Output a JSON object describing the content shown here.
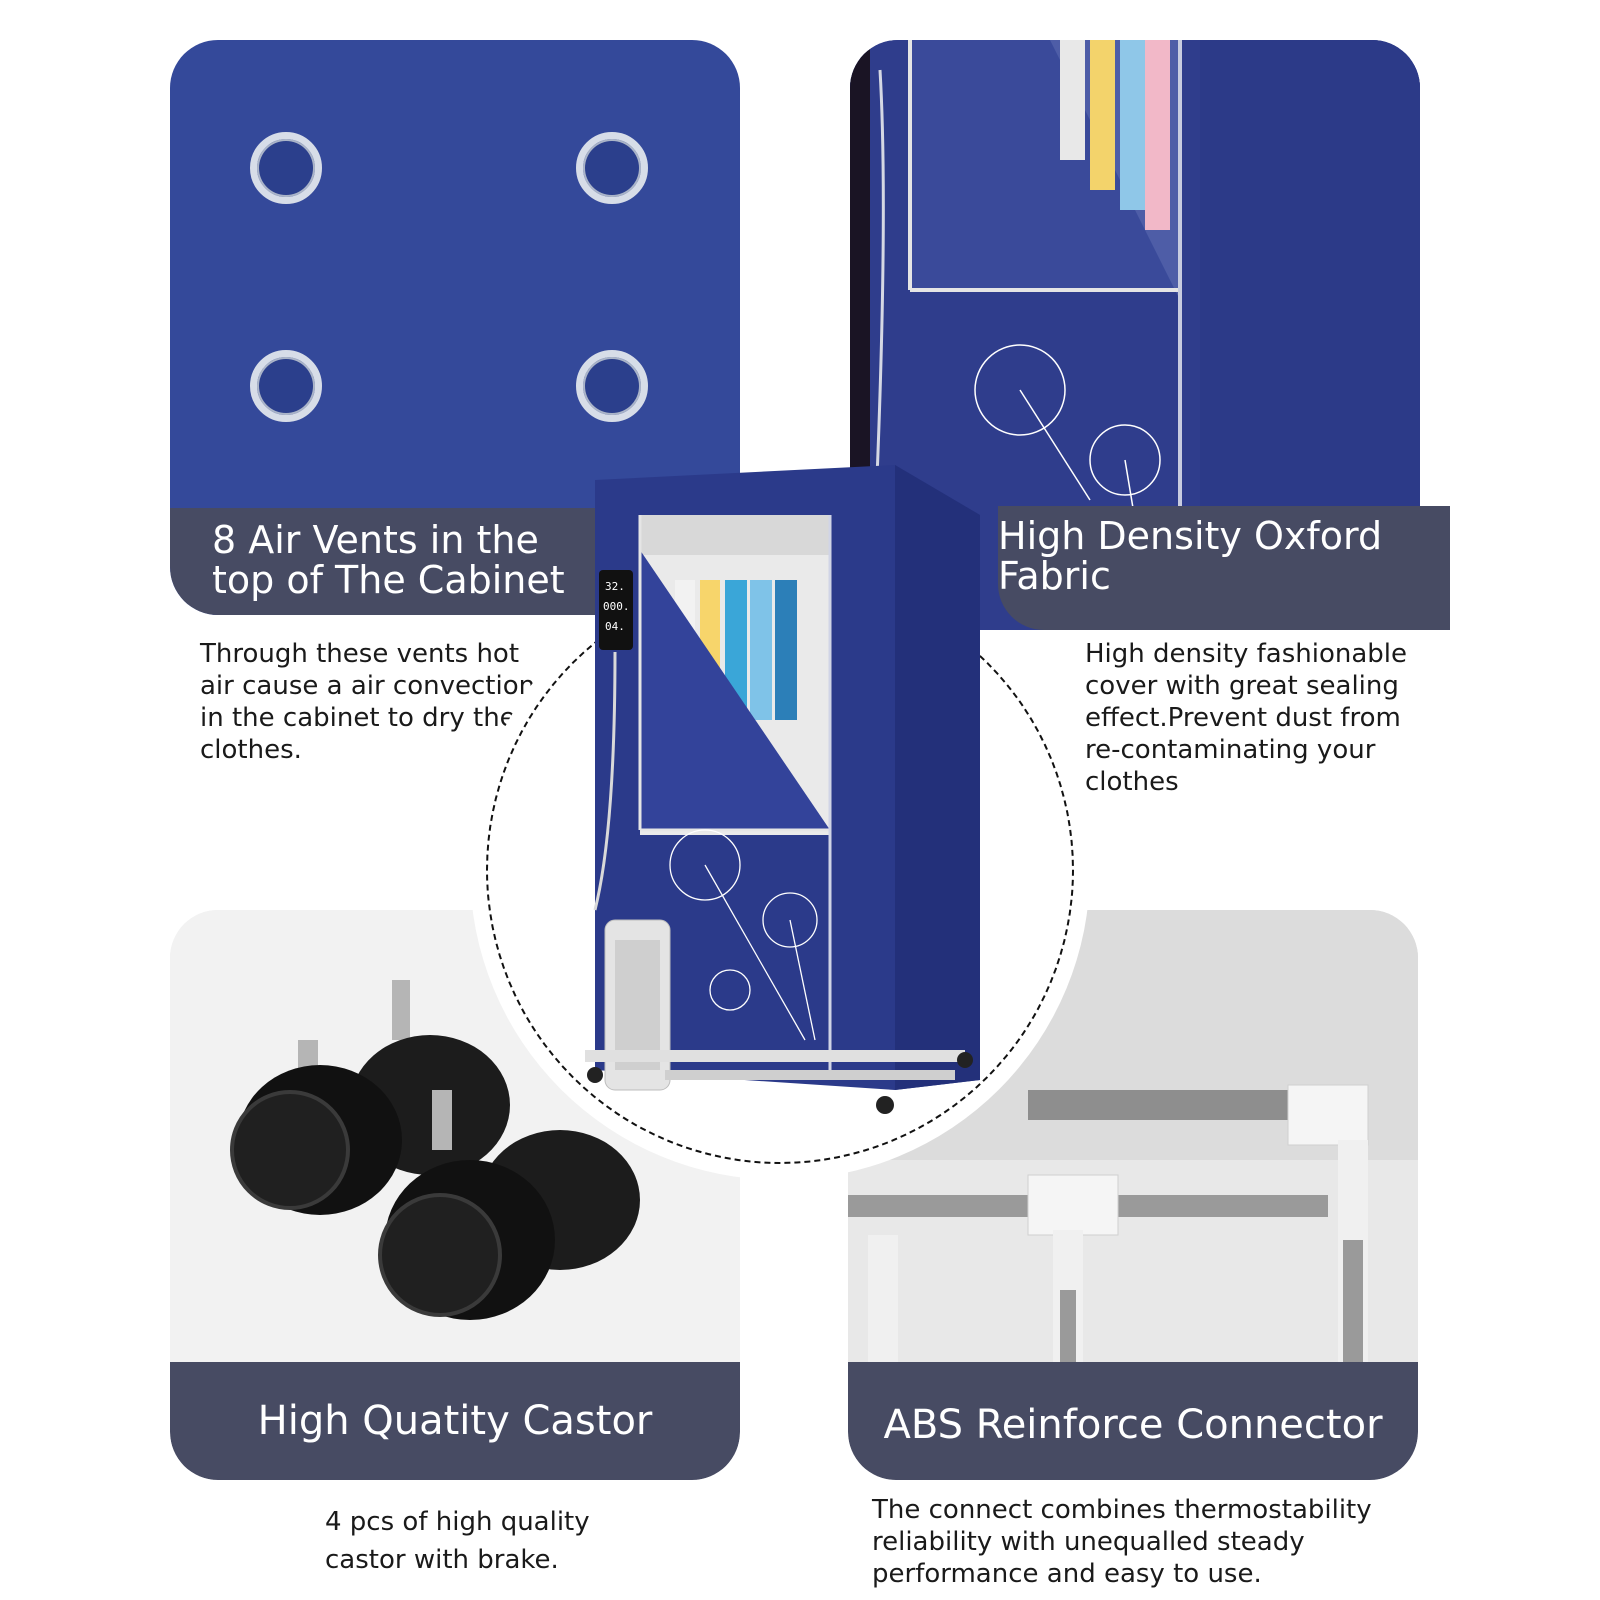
{
  "features": {
    "vents": {
      "title_line1": "8 Air Vents in the",
      "title_line2": "top of The Cabinet",
      "description": "Through these vents hot\nair cause a air convection\nin the cabinet to dry the\nclothes."
    },
    "fabric": {
      "title_line1": "High Density Oxford",
      "title_line2": "Fabric",
      "description": "High density fashionable\ncover with great sealing\neffect.Prevent dust from\nre-contaminating your\nclothes"
    },
    "castor": {
      "title": "High Quatity Castor",
      "description": "4 pcs of high quality\ncastor with brake."
    },
    "connector": {
      "title": "ABS Reinforce Connector",
      "description": "The connect combines thermostability\nreliability with unequalled steady\nperformance and easy to use."
    }
  },
  "product_display": {
    "readout_line1": "32.",
    "readout_line2": "000.",
    "readout_line3": "04."
  },
  "colors": {
    "fabric_blue": "#2f3d8c",
    "caption_bg": "#474b63",
    "vent_ring": "#d7dde8"
  }
}
